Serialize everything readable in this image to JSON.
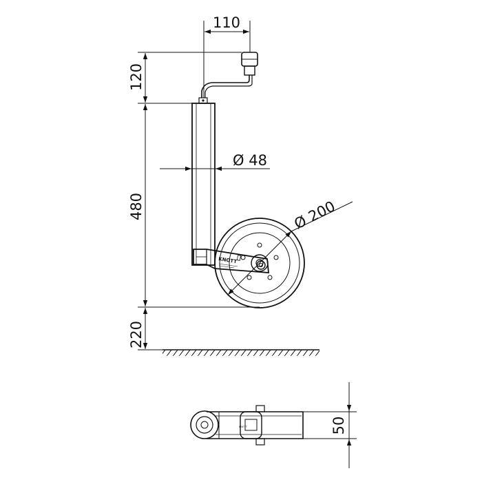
{
  "drawing": {
    "dimensions": {
      "crank_offset": "110",
      "crank_height": "120",
      "tube_diameter": "Ø 48",
      "tube_length": "480",
      "wheel_diameter": "Ø 200",
      "ground_clearance": "220",
      "wheel_width": "50"
    },
    "brand": "KNOTT",
    "colors": {
      "line": "#111111",
      "background": "#ffffff"
    }
  }
}
